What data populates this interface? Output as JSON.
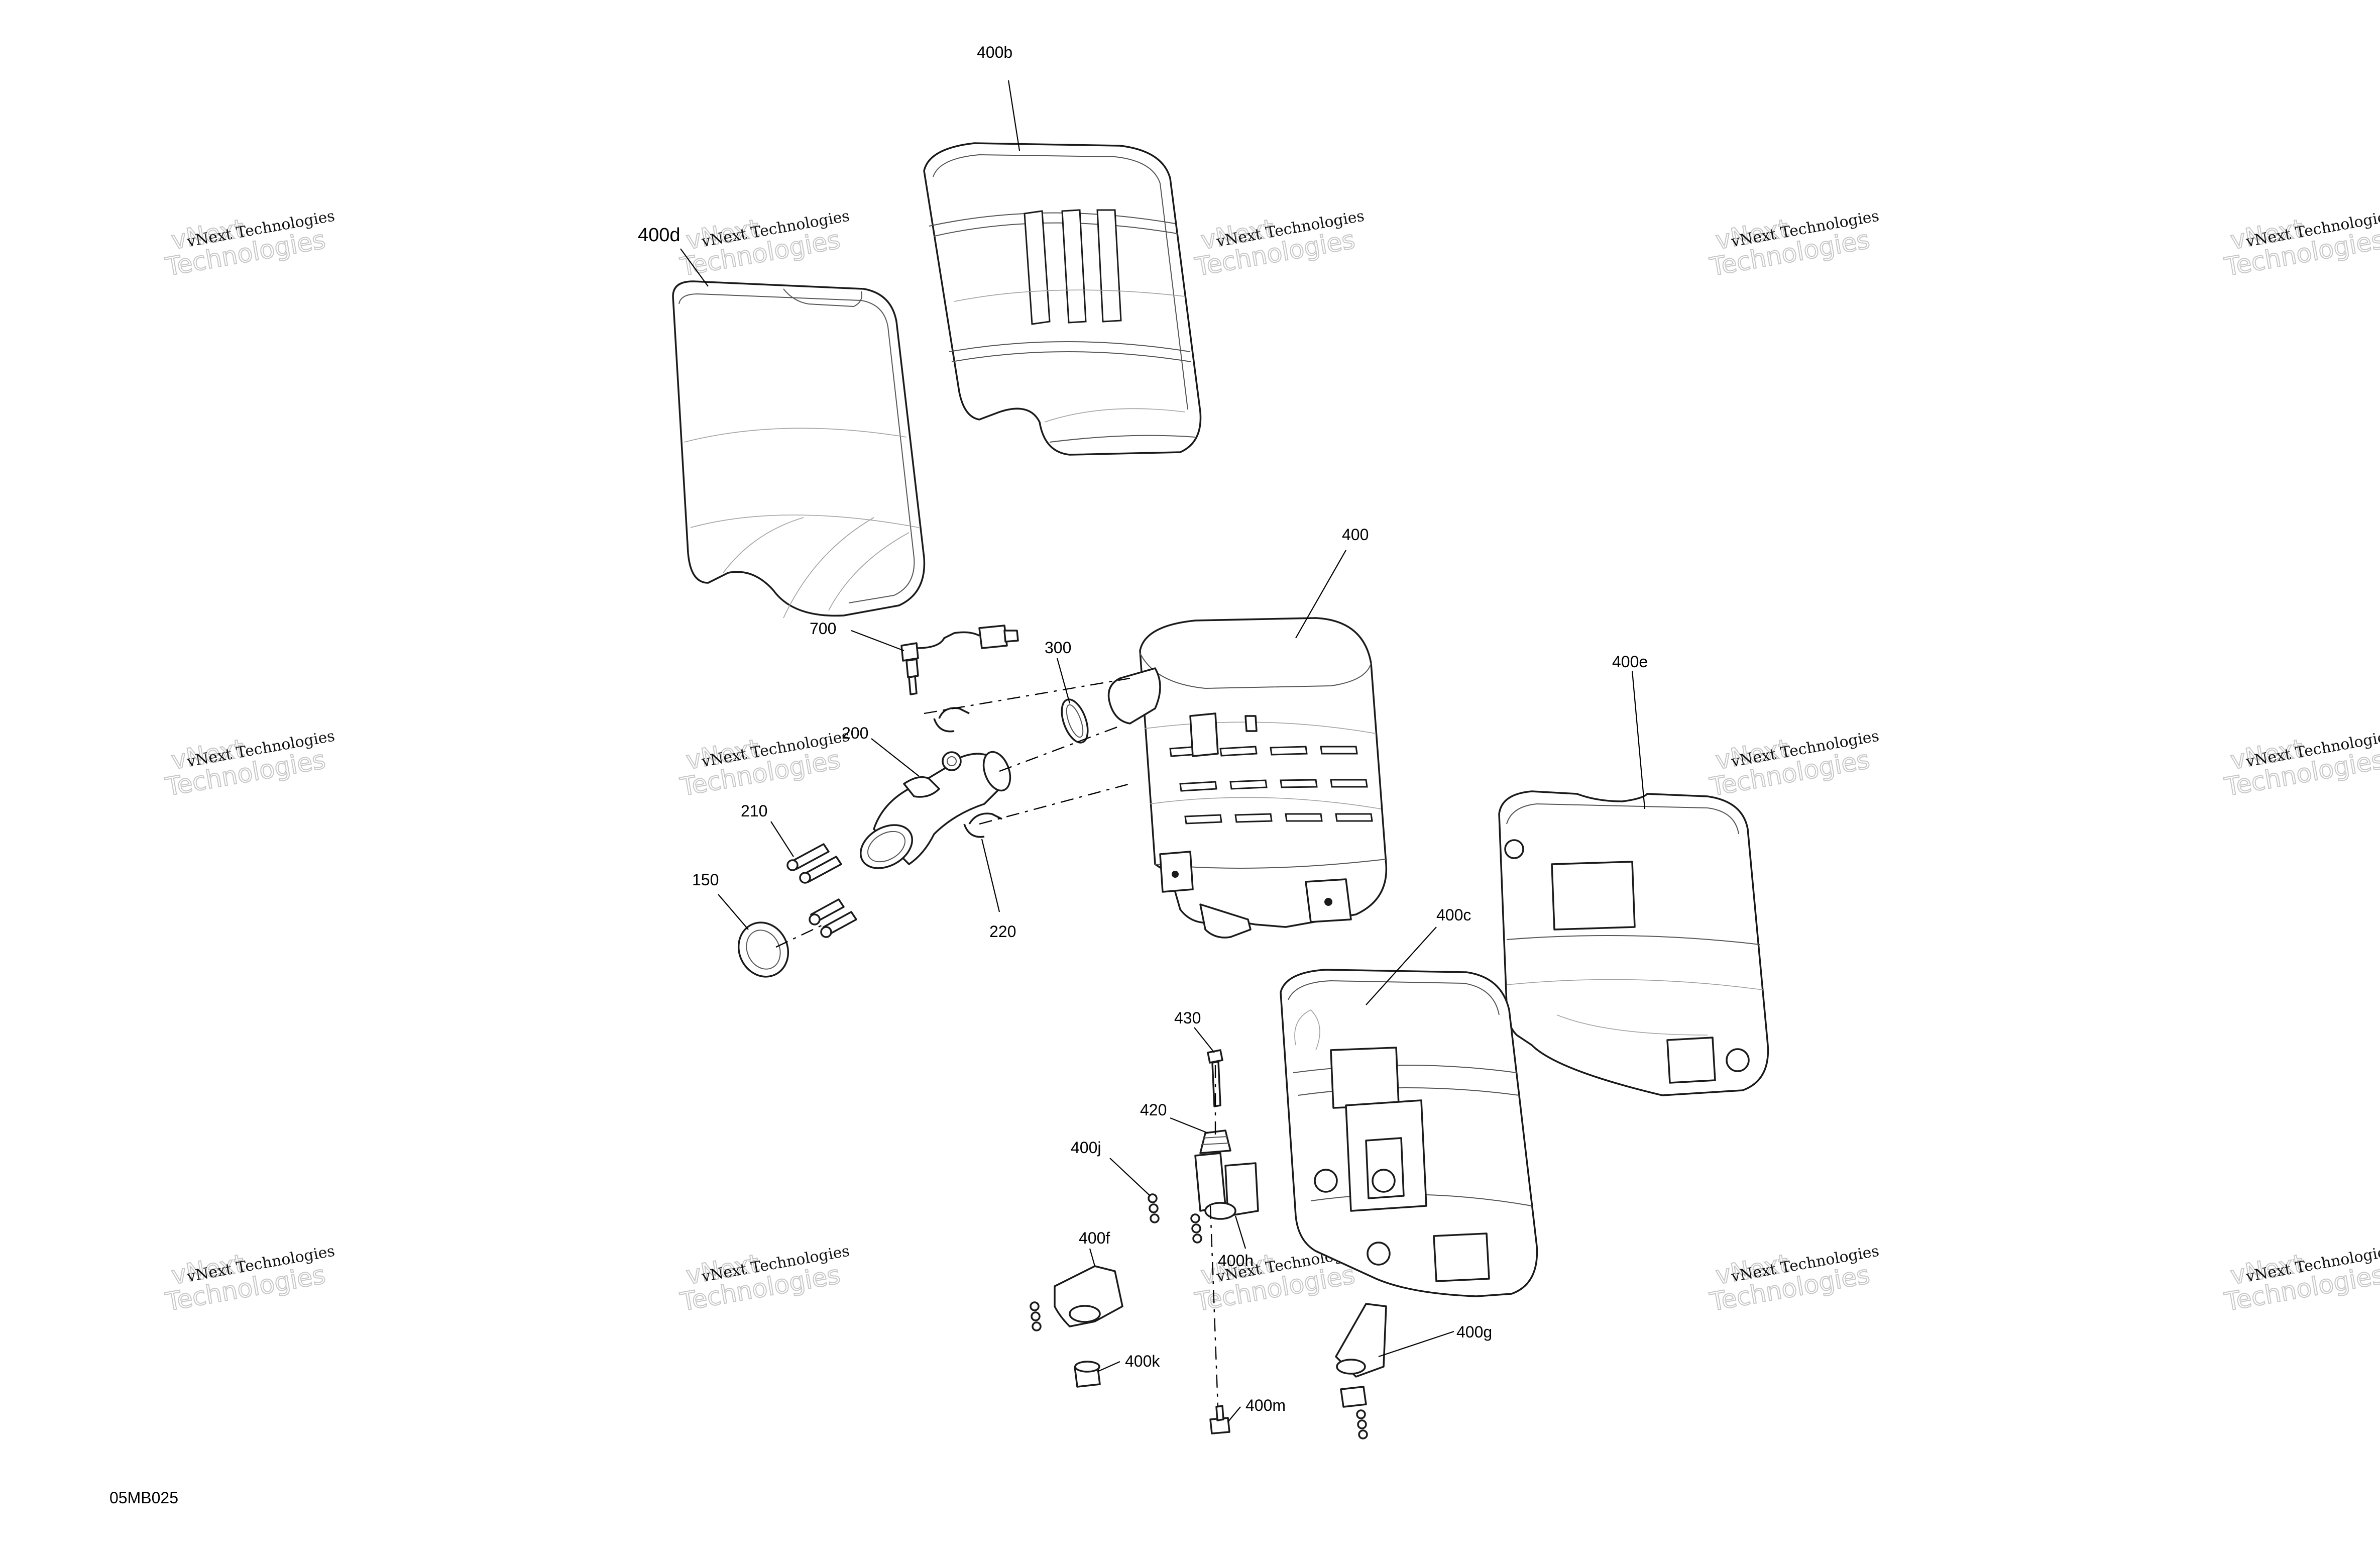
{
  "figure_code": "05MB025",
  "watermark": {
    "line1": "vNext Technologies",
    "line2": "vNext",
    "line3": "Technologies"
  },
  "callouts": {
    "c400b": "400b",
    "c400d": "400d",
    "c400": "400",
    "c400e": "400e",
    "c400c": "400c",
    "c700": "700",
    "c300": "300",
    "c200": "200",
    "c210": "210",
    "c150": "150",
    "c220": "220",
    "c430": "430",
    "c420": "420",
    "c400j": "400j",
    "c400f": "400f",
    "c400h": "400h",
    "c400k": "400k",
    "c400m": "400m",
    "c400g": "400g"
  }
}
